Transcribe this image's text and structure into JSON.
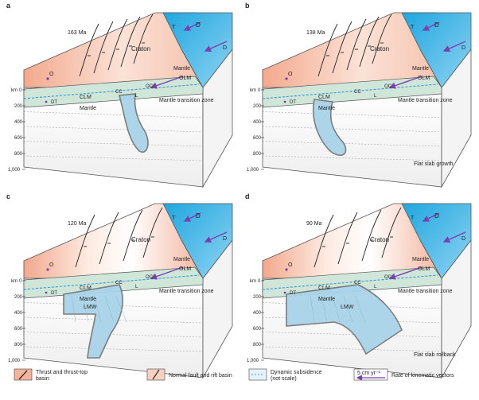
{
  "panels": [
    {
      "letter": "a",
      "age": "163 Ma",
      "caption": "",
      "labels": {
        "craton": "Craton",
        "T": "T",
        "D": "D",
        "O": "O",
        "DT": "DT",
        "CLM": "CLM",
        "OLM": "OLM",
        "OC": "OC",
        "CC": "CC",
        "mantle": "Mantle",
        "mtz": "Mantle transition zone",
        "L": "L",
        "LMW": ""
      },
      "depth_unit": "km",
      "depth_ticks": [
        "0",
        "200",
        "400",
        "600",
        "800",
        "1,000"
      ]
    },
    {
      "letter": "b",
      "age": "138 Ma",
      "caption": "Flat slab growth",
      "labels": {
        "craton": "Craton",
        "T": "T",
        "D": "D",
        "O": "O",
        "DT": "DT",
        "CLM": "CLM",
        "OLM": "OLM",
        "OC": "OC",
        "CC": "CC",
        "mantle": "Mantle",
        "mtz": "Mantle transition zone",
        "L": "L",
        "LMW": ""
      },
      "depth_unit": "km",
      "depth_ticks": [
        "0",
        "200",
        "400",
        "600",
        "800",
        "1,000"
      ]
    },
    {
      "letter": "c",
      "age": "120 Ma",
      "caption": "",
      "labels": {
        "craton": "Craton",
        "T": "T",
        "D": "D",
        "O": "O",
        "DT": "DT",
        "CLM": "CLM",
        "OLM": "OLM",
        "OC": "OC",
        "CC": "CC",
        "mantle": "Mantle",
        "mtz": "Mantle transition zone",
        "L": "L",
        "LMW": "LMW"
      },
      "depth_unit": "km",
      "depth_ticks": [
        "0",
        "200",
        "400",
        "600",
        "800",
        "1,000"
      ]
    },
    {
      "letter": "d",
      "age": "90 Ma",
      "caption": "Flat slab rollback",
      "labels": {
        "craton": "Craton",
        "T": "T",
        "D": "D",
        "O": "O",
        "DT": "DT",
        "CLM": "CLM",
        "OLM": "OLM",
        "OC": "OC",
        "CC": "CC",
        "mantle": "Mantle",
        "mtz": "Mantle transition zone",
        "L": "L",
        "LMW": "LMW"
      },
      "depth_unit": "km",
      "depth_ticks": [
        "0",
        "200",
        "400",
        "600",
        "800",
        "1,000"
      ]
    }
  ],
  "legend": {
    "thrust": "Thrust and thrust-top basin",
    "normal": "Normal fault and rift basin",
    "subsidence": "Dynamic subsidence (not scale)",
    "rate_box": "5 cm yr⁻¹",
    "rate": "Rate of kinematic vectors"
  },
  "colors": {
    "craton": "#f3b49a",
    "ocean": "#3fb3e3",
    "slab": "#a9d4ea",
    "arrow": "#7b3fb0",
    "point": "#7b3fb0",
    "box_side": "#f0f0f0"
  }
}
